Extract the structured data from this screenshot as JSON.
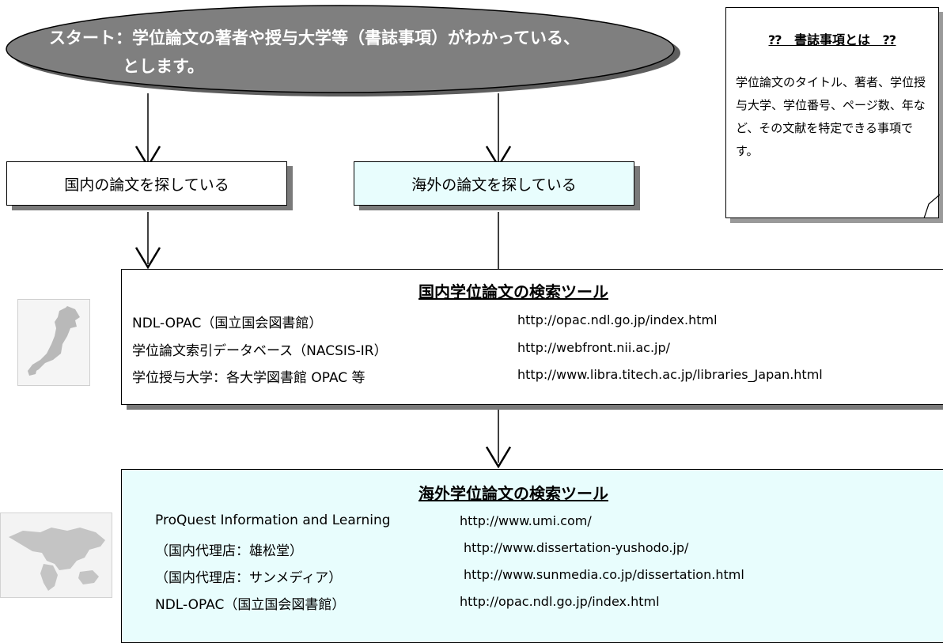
{
  "start": {
    "line1": "スタート：学位論文の著者や授与大学等（書誌事項）がわかっている、",
    "line2": "とします。"
  },
  "note": {
    "title": "⁇　書誌事項とは　⁇",
    "body": "学位論文のタイトル、著者、学位授与大学、学位番号、ページ数、年など、その文献を特定できる事項です。"
  },
  "branches": {
    "domestic": "国内の論文を探している",
    "overseas": "海外の論文を探している"
  },
  "domestic_tools": {
    "title": "国内学位論文の検索ツール",
    "rows": [
      {
        "name": "NDL-OPAC（国立国会図書館）",
        "url": "http://opac.ndl.go.jp/index.html"
      },
      {
        "name": "学位論文索引データベース（NACSIS-IR）",
        "url": "http://webfront.nii.ac.jp/"
      },
      {
        "name": "学位授与大学：各大学図書館 OPAC 等",
        "url": "http://www.libra.titech.ac.jp/libraries_Japan.html"
      }
    ]
  },
  "overseas_tools": {
    "title": "海外学位論文の検索ツール",
    "rows": [
      {
        "name": "ProQuest Information and Learning",
        "url": "http://www.umi.com/"
      },
      {
        "name": "（国内代理店：雄松堂）",
        "url": "http://www.dissertation-yushodo.jp/"
      },
      {
        "name": "（国内代理店：サンメディア）",
        "url": "http://www.sunmedia.co.jp/dissertation.html"
      },
      {
        "name": "NDL-OPAC（国立国会図書館）",
        "url": "http://opac.ndl.go.jp/index.html"
      }
    ]
  },
  "colors": {
    "ellipse": "#7f7f7f",
    "overseas_fill": "#e8fdfd",
    "shadow": "#7a7a7a"
  },
  "icons": [
    "japan-map-icon",
    "world-map-icon"
  ]
}
